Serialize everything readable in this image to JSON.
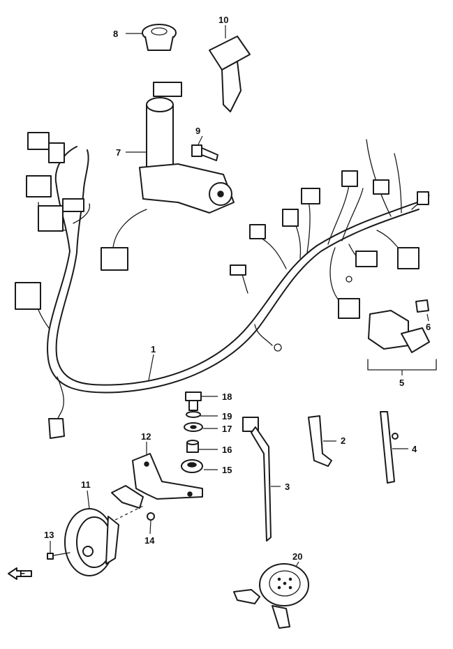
{
  "callouts": {
    "p1": "1",
    "p2": "2",
    "p3": "3",
    "p4": "4",
    "p5": "5",
    "p6": "6",
    "p7": "7",
    "p8": "8",
    "p9": "9",
    "p10": "10",
    "p11": "11",
    "p12": "12",
    "p13": "13",
    "p14": "14",
    "p15": "15",
    "p16": "16",
    "p17": "17",
    "p18": "18",
    "p19": "19",
    "p20": "20"
  },
  "icons": {
    "front_arrow": "front-arrow-icon"
  }
}
